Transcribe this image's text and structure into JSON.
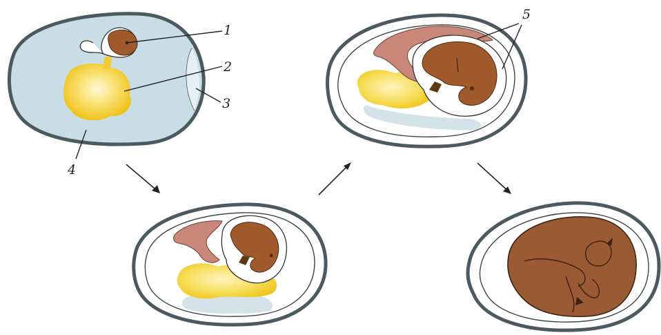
{
  "labels": {
    "embryo": "1",
    "yolk": "2",
    "air_cell": "3",
    "albumen": "4",
    "membranes": "5"
  },
  "colors": {
    "shell_stroke": "#4a5a5e",
    "albumen_fill": "#c9dde6",
    "yolk_fill": "#f4d34a",
    "embryo_fill": "#a05a2c",
    "allantois_fill": "#c9877a"
  }
}
